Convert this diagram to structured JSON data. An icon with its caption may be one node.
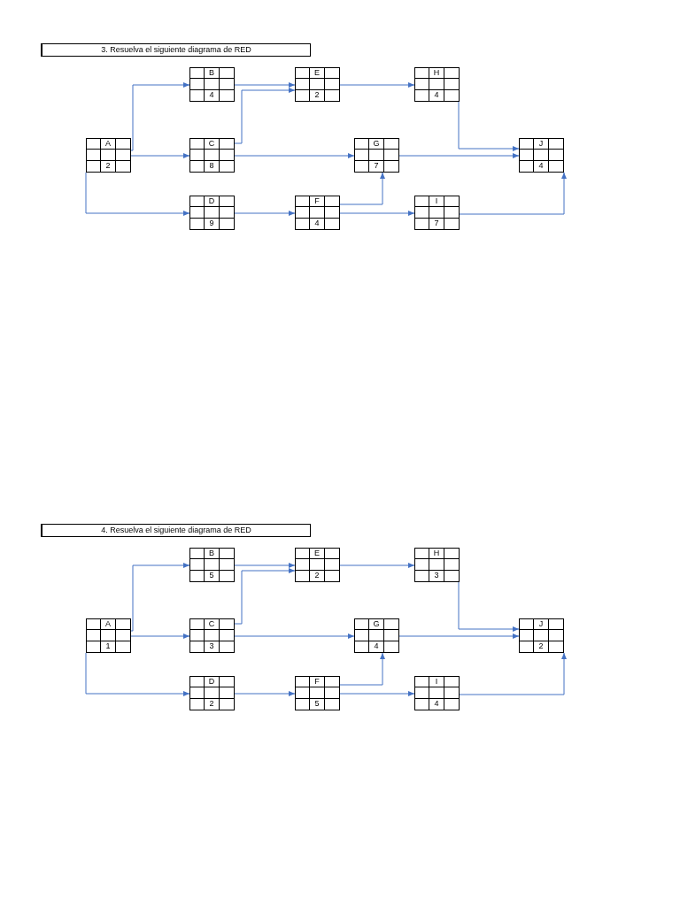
{
  "diagram": {
    "nodes": [
      {
        "text": [
          "A",
          "2"
        ]
      },
      {
        "text": [
          "B",
          "4"
        ]
      },
      {
        "text": [
          "C",
          "8"
        ]
      },
      {
        "text": [
          "D",
          "9"
        ]
      },
      {
        "text": [
          "E",
          "2"
        ]
      },
      {
        "text": [
          "F",
          "4"
        ]
      },
      {
        "text": [
          "G",
          "7"
        ]
      },
      {
        "text": [
          "H",
          "4"
        ]
      },
      {
        "text": [
          "I",
          "7"
        ]
      },
      {
        "text": [
          "J",
          "4"
        ]
      },
      {
        "text": [
          "A",
          "1"
        ]
      },
      {
        "text": [
          "B",
          "5"
        ]
      },
      {
        "text": [
          "C",
          "3"
        ]
      },
      {
        "text": [
          "D",
          "2"
        ]
      },
      {
        "text": [
          "E",
          "2"
        ]
      },
      {
        "text": [
          "F",
          "5"
        ]
      },
      {
        "text": [
          "G",
          "4"
        ]
      },
      {
        "text": [
          "H",
          "3"
        ]
      },
      {
        "text": [
          "I",
          "4"
        ]
      },
      {
        "text": [
          "J",
          "2"
        ]
      }
    ],
    "edges": [
      {
        "from": 0,
        "to": 1,
        "arrow": "to"
      },
      {
        "from": 0,
        "to": 2,
        "arrow": "to"
      },
      {
        "from": 0,
        "to": 3,
        "arrow": "to"
      },
      {
        "from": 1,
        "to": 4,
        "arrow": "to"
      },
      {
        "from": 2,
        "to": 4,
        "arrow": "to"
      },
      {
        "from": 2,
        "to": 6,
        "arrow": "to"
      },
      {
        "from": 3,
        "to": 5,
        "arrow": "to"
      },
      {
        "from": 4,
        "to": 7,
        "arrow": "to"
      },
      {
        "from": 5,
        "to": 6,
        "arrow": "to"
      },
      {
        "from": 5,
        "to": 8,
        "arrow": "to"
      },
      {
        "from": 6,
        "to": 9,
        "arrow": "to"
      },
      {
        "from": 7,
        "to": 9,
        "arrow": "to"
      },
      {
        "from": 8,
        "to": 9,
        "arrow": "to"
      },
      {
        "from": 10,
        "to": 11,
        "arrow": "to"
      },
      {
        "from": 10,
        "to": 12,
        "arrow": "to"
      },
      {
        "from": 10,
        "to": 13,
        "arrow": "to"
      },
      {
        "from": 11,
        "to": 14,
        "arrow": "to"
      },
      {
        "from": 12,
        "to": 14,
        "arrow": "to"
      },
      {
        "from": 12,
        "to": 16,
        "arrow": "to"
      },
      {
        "from": 13,
        "to": 15,
        "arrow": "to"
      },
      {
        "from": 14,
        "to": 17,
        "arrow": "to"
      },
      {
        "from": 15,
        "to": 16,
        "arrow": "to"
      },
      {
        "from": 15,
        "to": 18,
        "arrow": "to"
      },
      {
        "from": 16,
        "to": 19,
        "arrow": "to"
      },
      {
        "from": 17,
        "to": 19,
        "arrow": "to"
      },
      {
        "from": 18,
        "to": 19,
        "arrow": "to"
      }
    ],
    "labels": [
      "3. Resuelva el siguiente diagrama de RED",
      "4. Resuelva el siguiente diagrama de RED"
    ]
  }
}
